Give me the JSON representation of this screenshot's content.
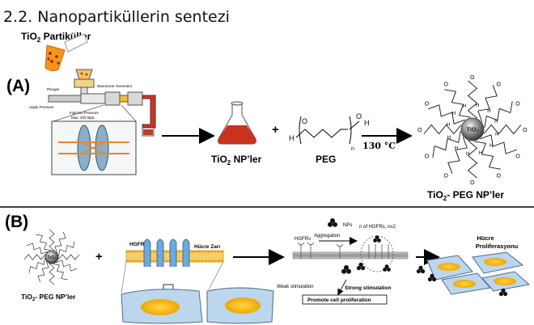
{
  "heading": "2.2. Nanopartiküllerin sentezi",
  "panel_a": {
    "label": "(A)",
    "tio2_particles": {
      "base": "TiO",
      "sub": "2",
      "rest": " Partiküller"
    },
    "apparatus": {
      "plunger": "Plunger",
      "apply_pressure": "Apply Pressure",
      "nanomizer_generator": "Nanomizer Generator",
      "injection_pressure_line1": "Injection Pressure",
      "injection_pressure_line2": "Max. 200 Mpa"
    },
    "product": {
      "base": "TiO",
      "sub": "2",
      "rest": " NP’ler"
    },
    "plus": "+",
    "peg": {
      "label": "PEG",
      "h_left": "H",
      "o_left": "O",
      "o_right": "O",
      "h_right": "H",
      "n": "n"
    },
    "condition": "130 °C",
    "result": {
      "base": "TiO",
      "sub": "2",
      "rest": "- PEG NP’ler"
    },
    "core_label": "TiO₂"
  },
  "panel_b": {
    "label": "(B)",
    "left_caption": {
      "base": "TiO",
      "sub": "2",
      "rest": "- PEG NP’ler"
    },
    "core_label": "TiO₂",
    "plus": "+",
    "hgfr": "HGFR",
    "cell_membrane": "Hücre Zarı",
    "nps": "NPs",
    "aggregation": "Aggregation",
    "hgfrs": "HGFRs",
    "n_hgfrs": "n of HGFRs, n≥2",
    "weak": "Weak stimulation",
    "strong": "Strong stimulation",
    "promote": "Promote cell proliferation",
    "proliferation_line1": "Hücre",
    "proliferation_line2": "Proliferasyonu"
  },
  "colors": {
    "flask_liquid": "#c8321e",
    "cell_fill": "#bcd6ee",
    "nucleus": "#f5b800",
    "receptor": "#6fa8dc",
    "membrane": "#f0c040",
    "divider": "#404040"
  }
}
